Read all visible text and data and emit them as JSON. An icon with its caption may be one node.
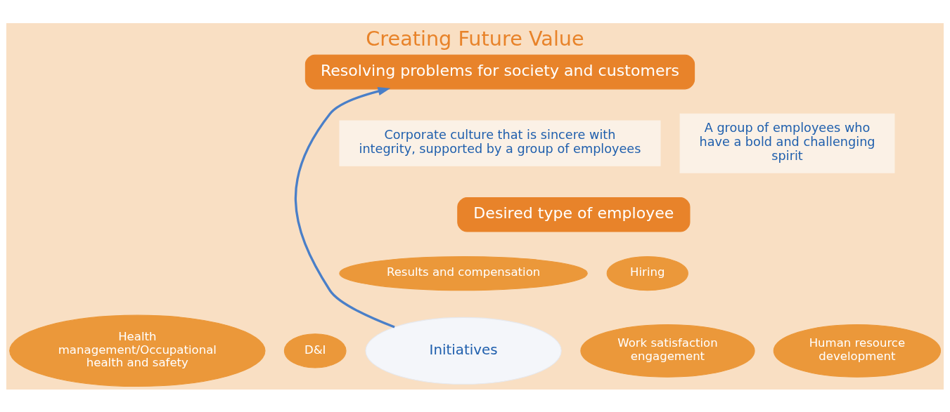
{
  "diagram": {
    "title": "Creating Future Value",
    "nodes": [
      {
        "text": [
          "Resolving problems for society and customers"
        ]
      },
      {
        "text": [
          "Corporate culture that is sincere with integrity, supported by a group of employees"
        ]
      },
      {
        "text": [
          "A group of employees who have a bold and challenging spirit"
        ]
      },
      {
        "text": [
          "Desired type of employee"
        ]
      },
      {
        "text": [
          "Results and compensation"
        ]
      },
      {
        "text": [
          "Hiring"
        ]
      },
      {
        "text": [
          "Health management/Occupational health and safety"
        ]
      },
      {
        "text": [
          "Initiatives"
        ]
      },
      {
        "text": [
          "Human resource development"
        ]
      },
      {
        "text": [
          "D&I"
        ]
      },
      {
        "text": [
          "Work satisfaction engagement"
        ]
      }
    ],
    "edges": [
      {
        "from": 7,
        "to": 0,
        "arrow": "to",
        "color": "#4a7fc8"
      }
    ]
  }
}
